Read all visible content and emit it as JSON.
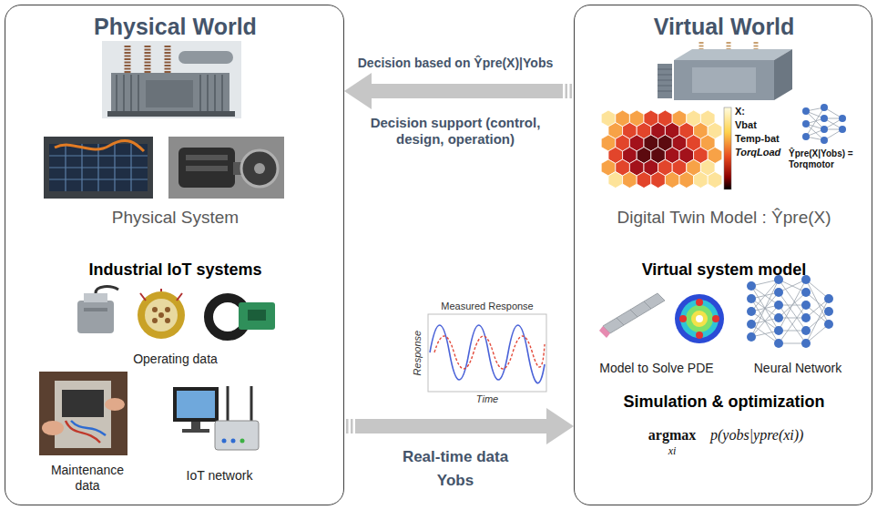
{
  "diagram": {
    "nodes": [
      {
        "text": [
          "Physical World",
          "Physical System",
          "Industrial IoT systems",
          "Operating data",
          "Maintenance data",
          "IoT network"
        ]
      },
      {
        "text": [
          "Virtual World",
          "Digital Twin Model : Ŷpre(X)",
          "Virtual system model",
          "Model to Solve PDE",
          "Neural Network",
          "Simulation & optimization"
        ]
      }
    ],
    "edges": [
      {
        "from": 1,
        "to": 0,
        "arrow": "to",
        "label": "Decision based on Ŷpre(X)|Yobs"
      },
      {
        "from": 0,
        "to": 1,
        "arrow": "to",
        "label": "Real-time data"
      }
    ],
    "labels": [
      "Decision support (control, design, operation)",
      "Measured Response",
      "Response",
      "Time",
      "Yobs",
      "X:",
      "Vbat",
      "Temp-bat",
      "TorqLoad",
      "Ŷpre(X|Yobs) = Torqmotor",
      "argmax",
      "xi",
      "p(yobs|ypre(xi))"
    ]
  }
}
